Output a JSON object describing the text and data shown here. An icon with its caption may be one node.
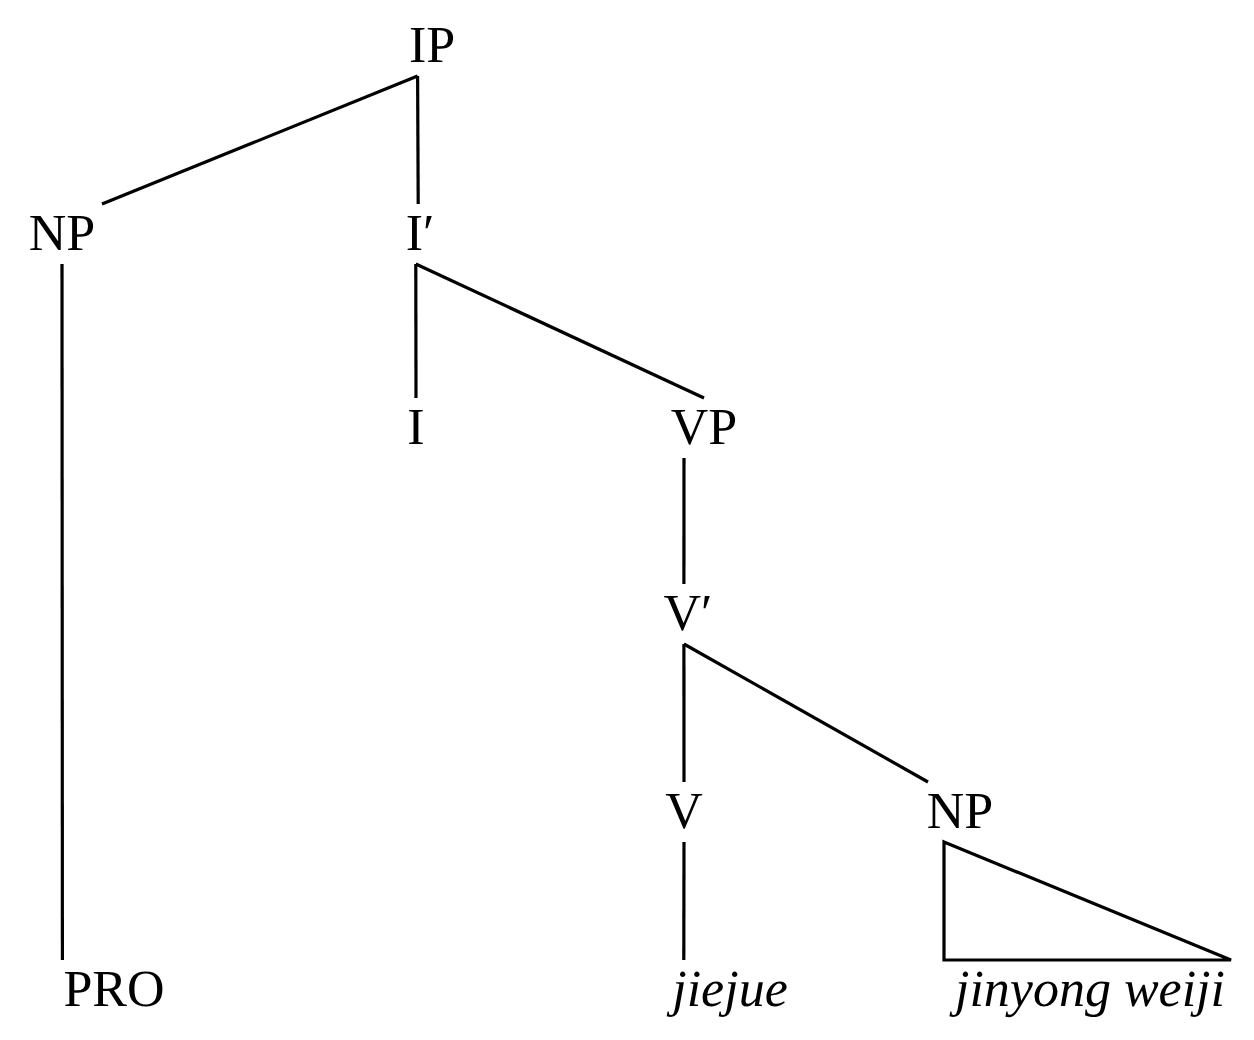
{
  "diagram": {
    "nodes": [
      {
        "text": [
          "IP"
        ]
      },
      {
        "text": [
          "NP"
        ]
      },
      {
        "text": [
          "I′"
        ]
      },
      {
        "text": [
          "I"
        ]
      },
      {
        "text": [
          "VP"
        ]
      },
      {
        "text": [
          "V′"
        ]
      },
      {
        "text": [
          "V"
        ]
      },
      {
        "text": [
          "NP"
        ]
      },
      {
        "text": [
          "PRO"
        ]
      },
      {
        "text": [
          "jiejue"
        ]
      },
      {
        "text": [
          "jinyong weiji"
        ]
      }
    ],
    "edges": [
      {
        "from": 0,
        "to": 1,
        "arrow": "none"
      },
      {
        "from": 0,
        "to": 2,
        "arrow": "none"
      },
      {
        "from": 2,
        "to": 3,
        "arrow": "none"
      },
      {
        "from": 2,
        "to": 4,
        "arrow": "none"
      },
      {
        "from": 4,
        "to": 5,
        "arrow": "none"
      },
      {
        "from": 5,
        "to": 6,
        "arrow": "none"
      },
      {
        "from": 5,
        "to": 7,
        "arrow": "none"
      },
      {
        "from": 6,
        "to": 9,
        "arrow": "none"
      },
      {
        "from": 7,
        "to": 10,
        "arrow": "none"
      },
      {
        "from": 1,
        "to": 8,
        "arrow": "none"
      }
    ]
  }
}
